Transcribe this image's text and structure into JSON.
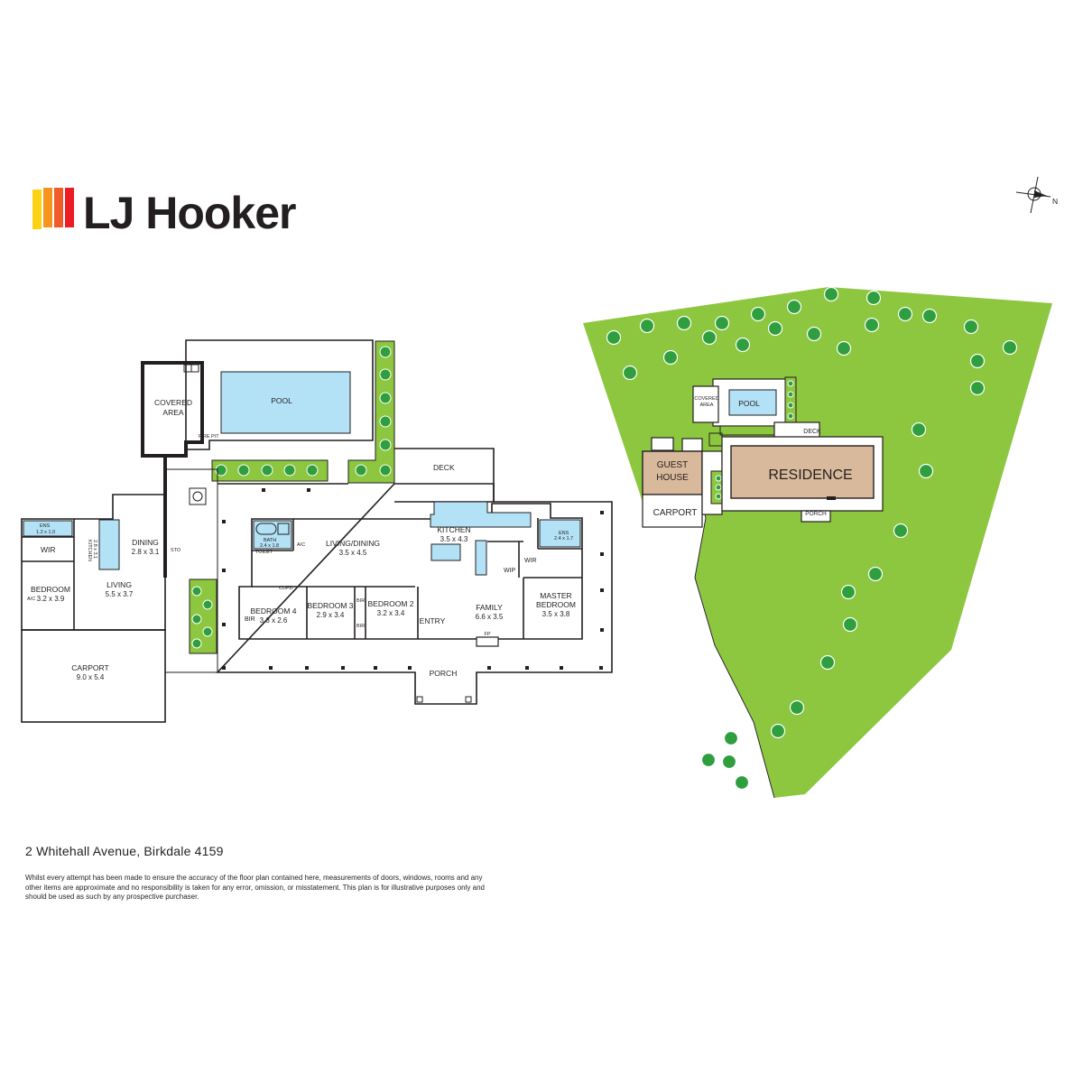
{
  "brand": {
    "name": "LJ Hooker",
    "stripe_colors": [
      "#fcd116",
      "#f7941d",
      "#f15a29",
      "#ed1c24"
    ]
  },
  "compass": {
    "label": "N"
  },
  "floor_plan": {
    "rooms": {
      "covered_area": [
        "COVERED",
        "AREA"
      ],
      "pool": "POOL",
      "deck": "DECK",
      "guest_ens": {
        "name": "ENS",
        "dims": "1.2 x 1.0"
      },
      "guest_wir": "WIR",
      "guest_kitchen": {
        "name": "KITCHEN",
        "dims": "2.8 x 3.1"
      },
      "dining": {
        "name": "DINING",
        "dims": "2.8 x 3.1"
      },
      "living": {
        "name": "LIVING",
        "dims": "5.5 x 3.7"
      },
      "guest_bedroom": {
        "name": "BEDROOM",
        "dims": "3.2 x 3.9"
      },
      "carport": {
        "name": "CARPORT",
        "dims": "9.0 x 5.4"
      },
      "bath": {
        "name": "BATH",
        "dims": "2.4 x 1.8"
      },
      "toilet": "TOILET",
      "living_dining": {
        "name": "LIVING/DINING",
        "dims": "3.5 x 4.5"
      },
      "kitchen": {
        "name": "KITCHEN",
        "dims": "3.5 x 4.3"
      },
      "ens": {
        "name": "ENS",
        "dims": "2.4 x 1.7"
      },
      "wip": "WIP",
      "wir": "WIR",
      "bedroom4": {
        "name": "BEDROOM 4",
        "dims": "3.3 x 2.6"
      },
      "bedroom3": {
        "name": "BEDROOM 3",
        "dims": "2.9 x 3.4"
      },
      "bedroom2": {
        "name": "BEDROOM 2",
        "dims": "3.2 x 3.4"
      },
      "family": {
        "name": "FAMILY",
        "dims": "6.6 x 3.5"
      },
      "master": {
        "name": "MASTER",
        "name2": "BEDROOM",
        "dims": "3.5 x 3.8"
      },
      "entry": "ENTRY",
      "porch": "PORCH",
      "bir": "BIR",
      "cupd": "CUPD",
      "fp": "FP",
      "ac": "A/C",
      "fire_pit": "FIRE PIT",
      "sto": "STO"
    }
  },
  "site_plan": {
    "covered_area": [
      "COVERED",
      "AREA"
    ],
    "pool": "POOL",
    "deck": "DECK",
    "guest_house": [
      "GUEST",
      "HOUSE"
    ],
    "residence": "RESIDENCE",
    "carport": "CARPORT",
    "porch": "PORCH",
    "colors": {
      "lawn": "#8dc63f",
      "tree": "#2e9e3e",
      "building": "#d9b99b"
    }
  },
  "address": "2 Whitehall Avenue, Birkdale 4159",
  "disclaimer": "Whilst every attempt has been made to ensure the accuracy of the floor plan contained here, measurements of doors, windows, rooms and any other items are approximate and no responsibility is taken for any error, omission, or misstatement. This plan is for illustrative purposes only and should be used as such by any prospective purchaser."
}
